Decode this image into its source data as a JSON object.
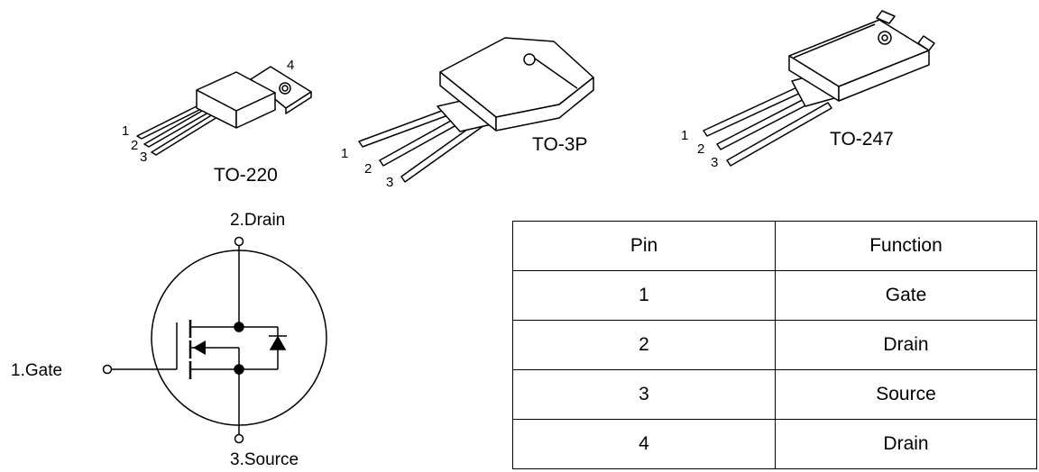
{
  "packages": {
    "to220": {
      "name": "TO-220",
      "pins": [
        "1",
        "2",
        "3"
      ],
      "tab_pin": "4"
    },
    "to3p": {
      "name": "TO-3P",
      "pins": [
        "1",
        "2",
        "3"
      ]
    },
    "to247": {
      "name": "TO-247",
      "pins": [
        "1",
        "2",
        "3"
      ]
    }
  },
  "schematic": {
    "gate_label": "1.Gate",
    "drain_label": "2.Drain",
    "source_label": "3.Source"
  },
  "pin_table": {
    "headers": [
      "Pin",
      "Function"
    ],
    "rows": [
      {
        "pin": "1",
        "function": "Gate"
      },
      {
        "pin": "2",
        "function": "Drain"
      },
      {
        "pin": "3",
        "function": "Source"
      },
      {
        "pin": "4",
        "function": "Drain"
      }
    ]
  }
}
